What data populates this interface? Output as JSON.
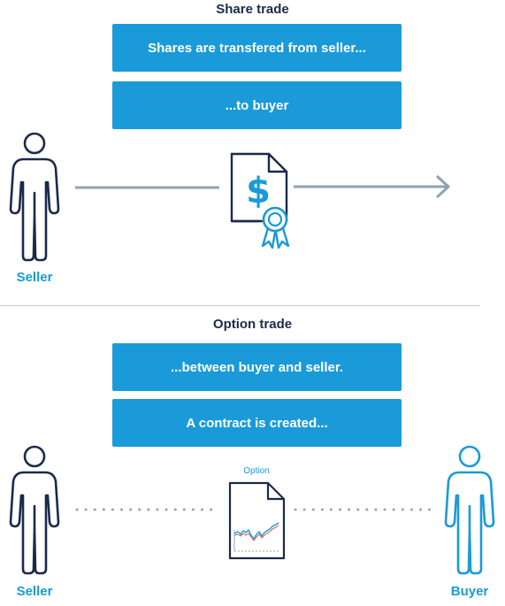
{
  "share_trade": {
    "title": "Share trade",
    "box_top": "Shares are transfered from seller...",
    "box_bottom": "...to buyer",
    "seller_label": "Seller"
  },
  "option_trade": {
    "title": "Option trade",
    "box_top": "...between buyer and seller.",
    "box_bottom": "A contract is created...",
    "seller_label": "Seller",
    "buyer_label": "Buyer",
    "document_caption": "Option"
  },
  "icons": {
    "person": "person-icon",
    "share_certificate": "share-certificate-icon",
    "option_document": "option-document-icon",
    "arrow": "arrow-right-icon"
  },
  "colors": {
    "box_fill": "#1a9ad8",
    "title_text": "#1b2a4a",
    "seller_outline": "#1b2a4a",
    "buyer_outline": "#1a9ad8",
    "arrow_line": "#8ea3b2",
    "dotted_line": "#8fa7bd"
  }
}
